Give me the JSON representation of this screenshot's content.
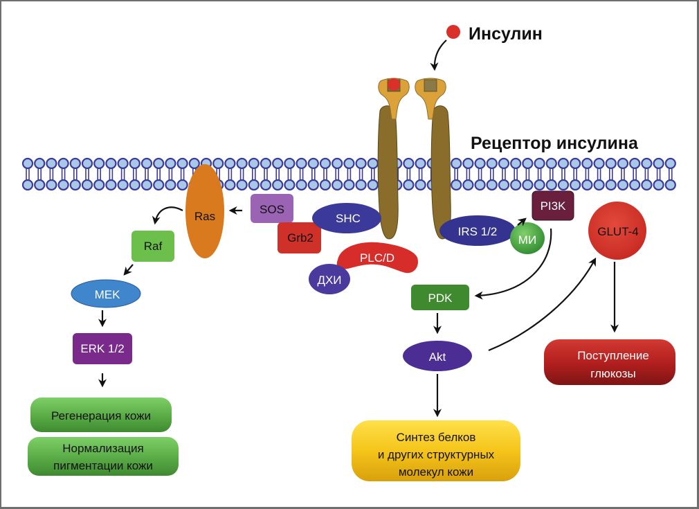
{
  "labels": {
    "insulin": "Инсулин",
    "receptor": "Рецептор инсулина"
  },
  "nodes": {
    "ras": "Ras",
    "sos": "SOS",
    "grb2": "Grb2",
    "shc": "SHC",
    "plcd": "PLC/D",
    "dhi": "ДХИ",
    "raf": "Raf",
    "mek": "MEK",
    "erk": "ERK 1/2",
    "irs": "IRS 1/2",
    "mi": "МИ",
    "pi3k": "PI3K",
    "glut4": "GLUT-4",
    "pdk": "PDK",
    "akt": "Akt"
  },
  "outcomes": {
    "regeneration": "Регенерация кожи",
    "pigmentation_line1": "Нормализация",
    "pigmentation_line2": "пигментации кожи",
    "glucose_line1": "Поступление",
    "glucose_line2": "глюкозы",
    "synthesis_line1": "Синтез белков",
    "synthesis_line2": "и других структурных",
    "synthesis_line3": "молекул кожи"
  },
  "colors": {
    "membrane_stroke": "#3a3a9a",
    "membrane_fill": "#a9c8e8",
    "receptor_body": "#8a6d2a",
    "receptor_head": "#dba23a",
    "insulin": "#d9312a",
    "ras": "#d97a1e",
    "sos": "#9a63b3",
    "grb2": "#cf3028",
    "shc": "#3b3a9a",
    "plcd": "#d62d2a",
    "dhi": "#4a3a9e",
    "raf": "#6bbf4a",
    "mek": "#3f86cc",
    "erk": "#7a2a8a",
    "irs": "#34338f",
    "mi": "#3fa13f",
    "pi3k": "#6a1f3c",
    "glut4": "#d9312a",
    "pdk": "#3f8a2e",
    "akt": "#4b2d94",
    "outcome_green": "#5cae48",
    "outcome_red": "#b4201f",
    "outcome_yellow": "#f2c21a"
  }
}
